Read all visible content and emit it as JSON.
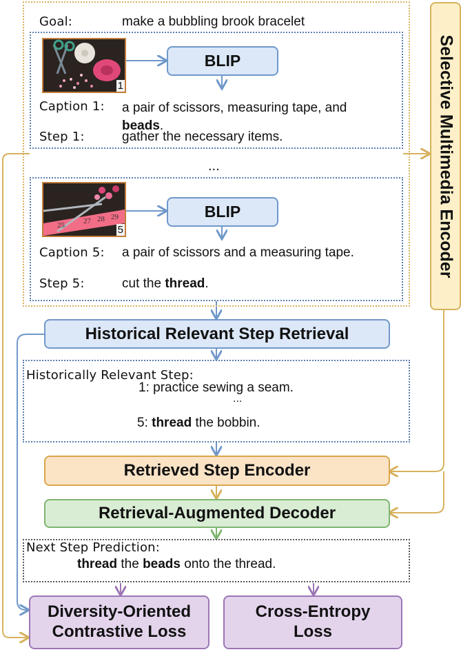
{
  "goal": {
    "label": "Goal:",
    "text": "make a bubbling brook bracelet"
  },
  "selective_encoder": {
    "label": "Selective Multimedia Encoder"
  },
  "panel1": {
    "image_number": "1",
    "blip": "BLIP",
    "caption_label": "Caption 1:",
    "caption_pre": "a pair of scissors, measuring tape, and",
    "caption_bold": "beads",
    "caption_post": ".",
    "step_label": "Step 1:",
    "step_text": "gather the necessary items."
  },
  "ellipsis": "...",
  "panel5": {
    "image_number": "5",
    "blip": "BLIP",
    "caption_label": "Caption 5:",
    "caption_text": "a pair of scissors and a measuring tape.",
    "step_label": "Step 5:",
    "step_pre": "cut the ",
    "step_bold": "thread",
    "step_post": "."
  },
  "retrieval": {
    "label": "Historical Relevant Step Retrieval"
  },
  "historical": {
    "heading": "Historically Relevant Step:",
    "item1": "1: practice sewing a seam.",
    "ellipsis": "...",
    "item5_pre": "5: ",
    "item5_bold": "thread",
    "item5_post": " the bobbin."
  },
  "encoder": {
    "label": "Retrieved Step Encoder"
  },
  "decoder": {
    "label": "Retrieval-Augmented Decoder"
  },
  "prediction": {
    "heading": "Next Step Prediction:",
    "bold1": "thread",
    "mid": " the ",
    "bold2": "beads",
    "post": " onto the thread."
  },
  "loss_diversity": {
    "line1": "Diversity-Oriented",
    "line2": "Contrastive Loss"
  },
  "loss_ce": {
    "line1": "Cross-Entropy",
    "line2": "Loss"
  },
  "colors": {
    "blue_arrow": "#6f98c9",
    "gold_arrow": "#d7b15c",
    "purple_arrow": "#9c76b5",
    "green_arrow": "#7fb56f"
  }
}
